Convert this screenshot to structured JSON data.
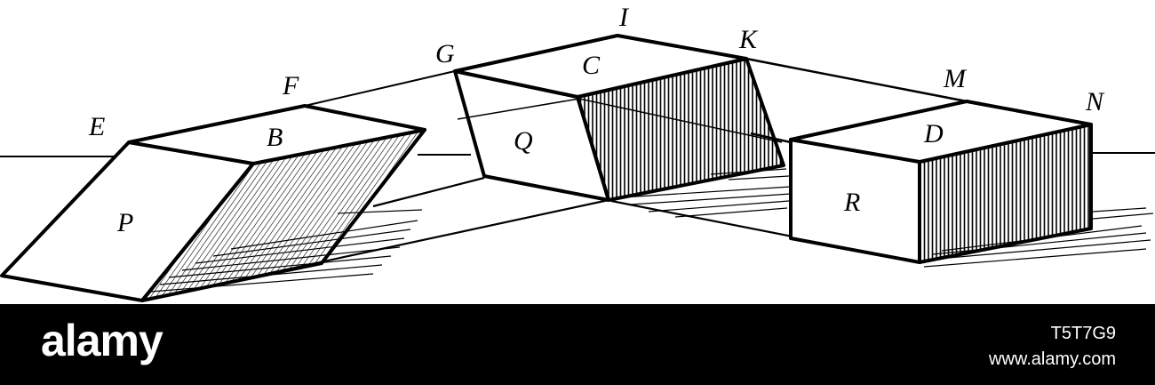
{
  "diagram": {
    "labels": {
      "E": "E",
      "F": "F",
      "G": "G",
      "I": "I",
      "K": "K",
      "M": "M",
      "N": "N",
      "B": "B",
      "C": "C",
      "D": "D",
      "P": "P",
      "Q": "Q",
      "R": "R"
    }
  },
  "watermark": {
    "brand": "alamy",
    "image_id": "T5T7G9",
    "site": "www.alamy.com"
  },
  "colors": {
    "ink": "#000000",
    "paper": "#ffffff",
    "bar": "#000000"
  }
}
